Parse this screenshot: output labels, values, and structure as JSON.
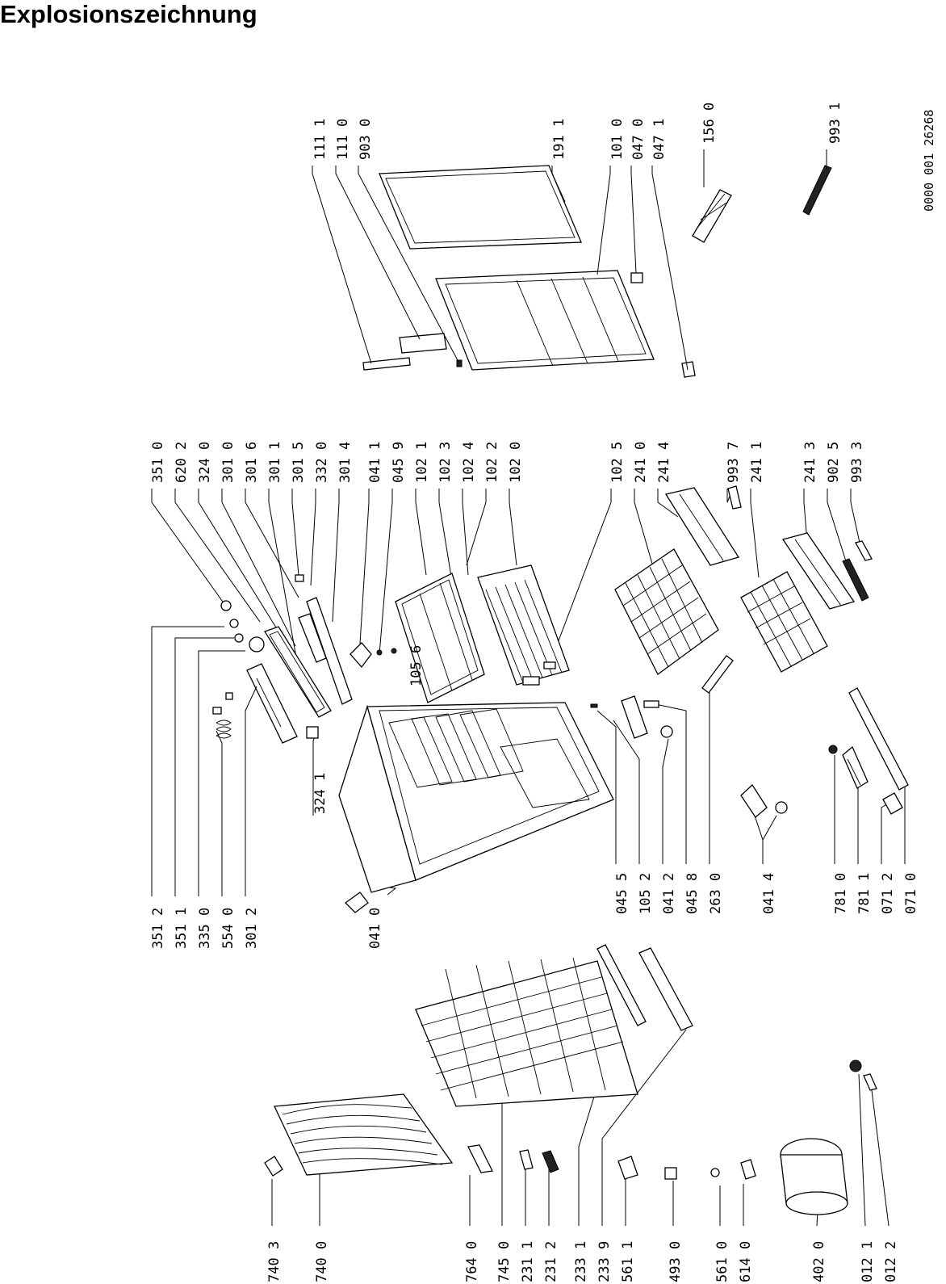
{
  "title": "Explosionszeichnung",
  "drawing_number": "0000 001 26268",
  "callouts": {
    "top_right": [
      "111 1",
      "111 0",
      "903 0",
      "191 1",
      "101 0",
      "047 0",
      "047 1",
      "156 0",
      "993 1"
    ],
    "top_middle": [
      "351 0",
      "620 2",
      "324 0",
      "301 0",
      "301 6",
      "301 1",
      "301 5",
      "332 0",
      "301 4",
      "041 1",
      "045 9",
      "102 1",
      "102 3",
      "102 4",
      "102 2",
      "102 0",
      "102 5",
      "241 0",
      "241 4",
      "993 7",
      "241 1",
      "241 3",
      "902 5",
      "993 3"
    ],
    "middle_left": [
      "351 2",
      "351 1",
      "335 0",
      "554 0",
      "301 2",
      "324 1",
      "041 0",
      "105 6"
    ],
    "middle_bottom": [
      "045 5",
      "105 2",
      "041 2",
      "045 8",
      "263 0",
      "041 4",
      "781 0",
      "781 1",
      "071 2",
      "071 0"
    ],
    "bottom_row": [
      "740 3",
      "740 0",
      "764 0",
      "745 0",
      "231 1",
      "231 2",
      "233 1",
      "233 9",
      "561 1",
      "493 0",
      "561 0",
      "614 0",
      "402 0",
      "012 1",
      "012 2"
    ]
  }
}
